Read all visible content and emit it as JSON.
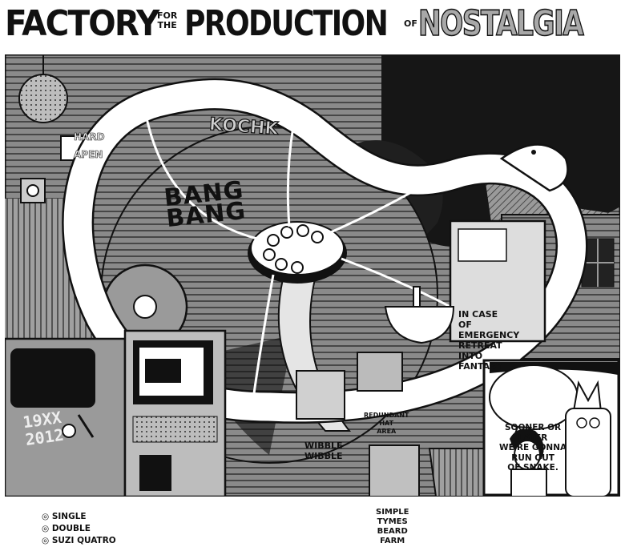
{
  "title": {
    "word1": "FACTORY",
    "small1_line1": "FOR",
    "small1_line2": "THE",
    "word2": "PRODUCTION",
    "small2_line1": "OF",
    "word3": "NOSTALGIA"
  },
  "scene": {
    "bang": "BANG\nBANG",
    "kochk": "KOCHK",
    "hard_sign": "HARD\nAPEN",
    "arcade_screen": "19XX\n2012",
    "arcade_options": [
      "SINGLE",
      "DOUBLE",
      "SUZI QUATRO"
    ],
    "emergency_sign": "IN CASE\nOF\nEMERGENCY\nRETREAT\nINTO\nFANTASY",
    "wibble": "WIBBLE\nWIBBLE",
    "redundant_sign": "REDUNDANT\nHAT\nAREA",
    "farm_sign": "SIMPLE\nTYMES\nBEARD\nFARM",
    "speech_bubble": "SOONER OR\nLATER\nWE'RE GONNA\nRUN OUT\nOF SNAKE."
  },
  "colors": {
    "ink": "#111111",
    "grey": "#8c8c8c",
    "light": "#c8c8c8",
    "paper": "#ffffff"
  }
}
